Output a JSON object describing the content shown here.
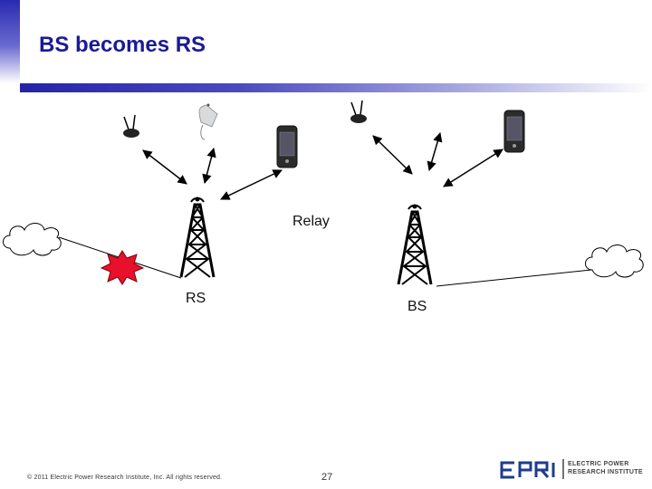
{
  "slide": {
    "title": "BS becomes RS",
    "page_number": "27"
  },
  "diagram": {
    "rs_label": "RS",
    "bs_label": "BS",
    "relay_label": "Relay"
  },
  "footer": {
    "copyright": "© 2011 Electric Power Research Institute, Inc. All rights reserved.",
    "logo_line1": "ELECTRIC POWER",
    "logo_line2": "RESEARCH INSTITUTE"
  },
  "colors": {
    "title": "#1a1a99",
    "accent_bar": "#2323a8",
    "alert_burst": "#e8102a",
    "logo": "#1f3c8c"
  }
}
